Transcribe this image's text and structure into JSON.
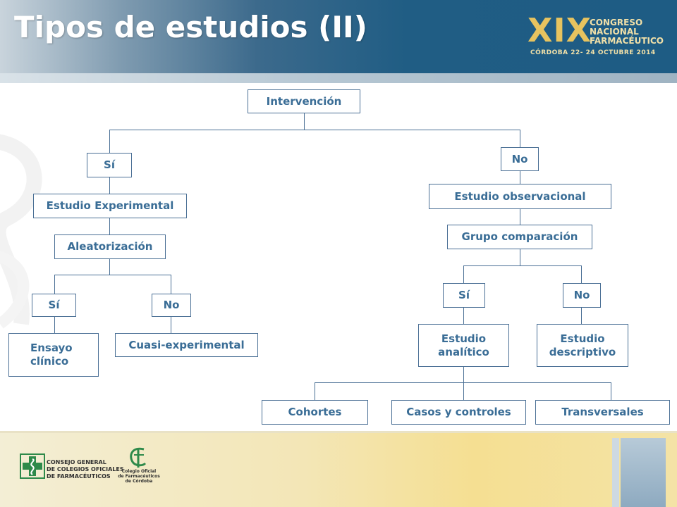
{
  "slide": {
    "title": "Tipos de estudios (II)"
  },
  "event_logo": {
    "numeral": "XIX",
    "line1": "CONGRESO",
    "line2": "NACIONAL",
    "line3": "FARMACÉUTICO",
    "date": "CÓRDOBA 22- 24 OCTUBRE 2014"
  },
  "diagram": {
    "nodes": {
      "intervencion": "Intervención",
      "si_1": "Sí",
      "no_1": "No",
      "estudio_experimental": "Estudio Experimental",
      "estudio_observacional": "Estudio observacional",
      "aleatorizacion": "Aleatorización",
      "grupo_comparacion": "Grupo comparación",
      "si_2": "Sí",
      "no_2": "No",
      "si_3": "Sí",
      "no_3": "No",
      "ensayo_clinico": "Ensayo clínico",
      "cuasi_experimental": "Cuasi-experimental",
      "estudio_analitico": "Estudio analítico",
      "estudio_descriptivo": "Estudio descriptivo",
      "cohortes": "Cohortes",
      "casos_controles": "Casos y controles",
      "transversales": "Transversales"
    }
  },
  "footer": {
    "logo1": {
      "line1": "CONSEJO GENERAL",
      "line2": "DE COLEGIOS OFICIALES",
      "line3": "DE FARMACÉUTICOS"
    },
    "logo2": {
      "line1": "Colegio Oficial",
      "line2": "de Farmacéuticos",
      "line3": "de Córdoba"
    }
  },
  "colors": {
    "header": "#1e5c84",
    "node_border": "#4a6f95",
    "node_text": "#3a6d96",
    "accent_gold": "#e7c35f"
  }
}
